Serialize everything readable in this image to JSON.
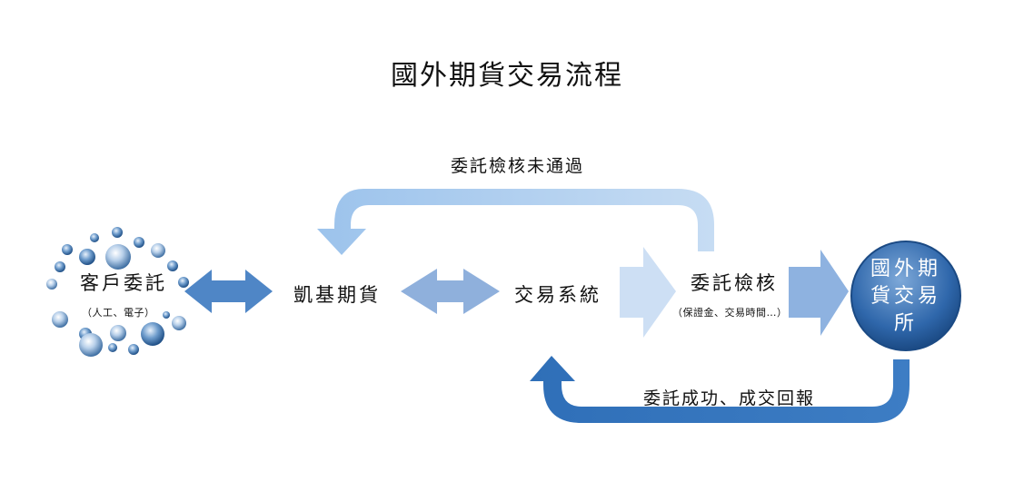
{
  "title": "國外期貨交易流程",
  "nodes": {
    "client": {
      "label": "客戶委託",
      "sub": "（人工、電子）"
    },
    "broker": {
      "label": "凱基期貨"
    },
    "system": {
      "label": "交易系統"
    },
    "check": {
      "label": "委託檢核",
      "sub": "（保證金、交易時間…）"
    },
    "exchange": {
      "line1": "國外期",
      "line2": "貨交易",
      "line3": "所"
    }
  },
  "arrows": {
    "reject": "委託檢核未通過",
    "report": "委託成功、成交回報"
  },
  "colors": {
    "dark_blue": "#3a78bf",
    "mid_blue": "#7aa6d6",
    "light_blue": "#a9cbee",
    "pale_blue": "#cfe0f5"
  }
}
